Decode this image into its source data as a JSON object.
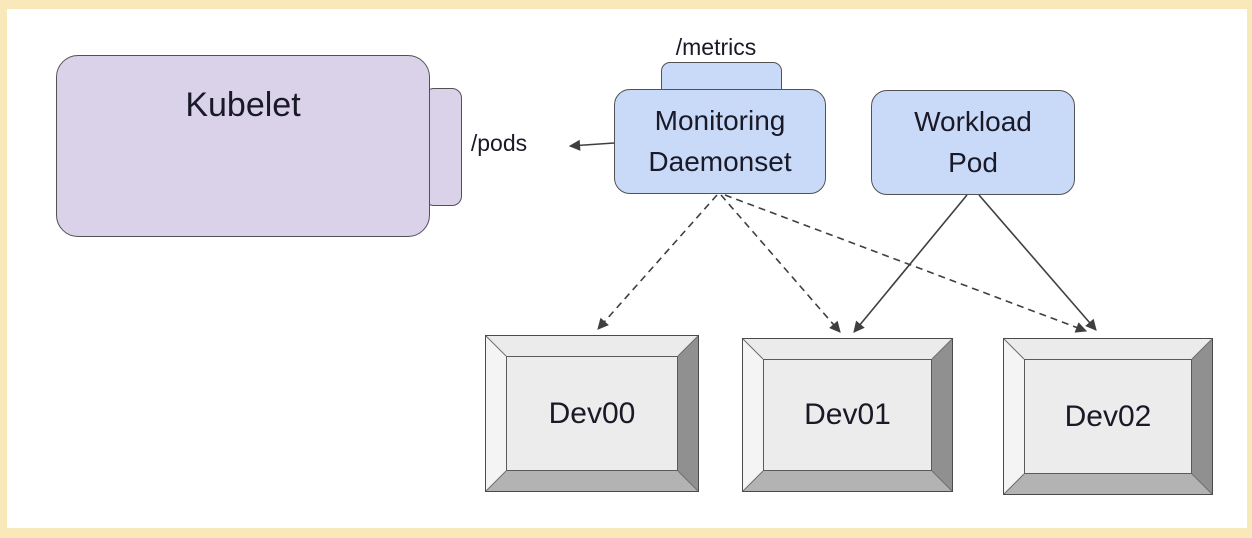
{
  "diagram": {
    "type": "kubernetes-monitoring-architecture",
    "nodes": {
      "kubelet": {
        "label": "Kubelet",
        "endpoint_label": "/pods",
        "fill": "#d9d2e9"
      },
      "monitoring_daemonset": {
        "line1": "Monitoring",
        "line2": "Daemonset",
        "endpoint_label": "/metrics",
        "fill": "#c9daf8"
      },
      "workload_pod": {
        "line1": "Workload",
        "line2": "Pod",
        "fill": "#c9daf8"
      },
      "devices": [
        {
          "label": "Dev00"
        },
        {
          "label": "Dev01"
        },
        {
          "label": "Dev02"
        }
      ]
    },
    "edges": [
      {
        "from": "monitoring_daemonset",
        "to": "kubelet /pods",
        "style": "solid-arrow"
      },
      {
        "from": "monitoring_daemonset",
        "to": "Dev00",
        "style": "dashed-arrow"
      },
      {
        "from": "monitoring_daemonset",
        "to": "Dev01",
        "style": "dashed-arrow"
      },
      {
        "from": "monitoring_daemonset",
        "to": "Dev02",
        "style": "dashed-arrow"
      },
      {
        "from": "workload_pod",
        "to": "Dev01",
        "style": "solid-arrow"
      },
      {
        "from": "workload_pod",
        "to": "Dev02",
        "style": "solid-arrow"
      }
    ],
    "colors": {
      "frame_border": "#f8e8ba",
      "canvas_background": "#ffffff",
      "kubelet_fill": "#d9d2e9",
      "pod_fill": "#c9daf8",
      "node_stroke": "#525252",
      "edge_color": "#3f3f3f",
      "device_face": "#ececec",
      "text": "#191927"
    }
  }
}
